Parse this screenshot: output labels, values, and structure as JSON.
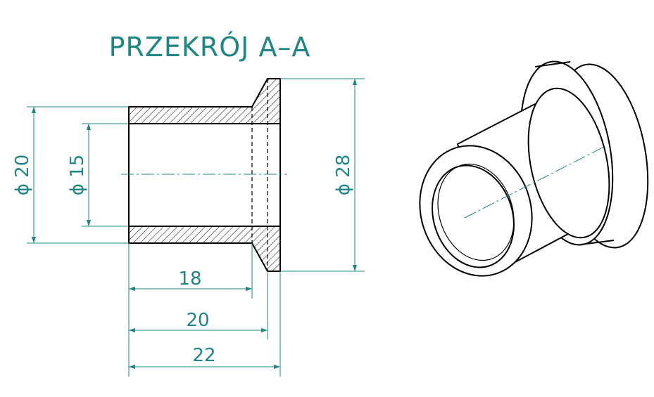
{
  "title": "PRZEKRÓJ A–A",
  "colors": {
    "line": "#000000",
    "dimension": "#1f8585",
    "background": "#ffffff"
  },
  "dimensions": {
    "d_outer": "ϕ 20",
    "d_inner": "ϕ 15",
    "d_flange": "ϕ 28",
    "len_18": "18",
    "len_20": "20",
    "len_22": "22"
  }
}
